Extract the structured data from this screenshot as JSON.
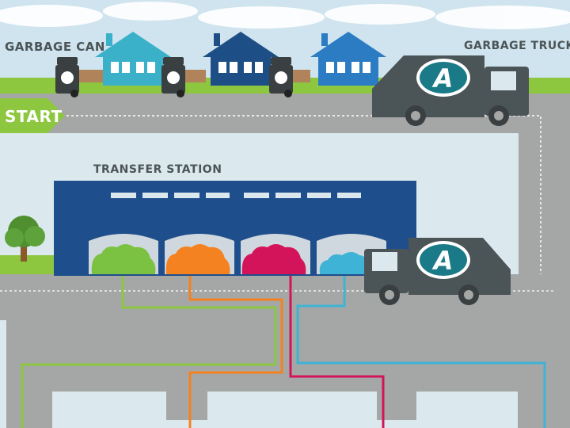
{
  "labels": {
    "garbage_can": "GARBAGE CAN",
    "garbage_truck": "GARBAGE TRUCK",
    "start": "START",
    "transfer_station": "TRANSFER STATION"
  },
  "logo_letter": "A",
  "colors": {
    "road": "#a4a7a5",
    "grass": "#8dc63f",
    "sky": "#cfe4ee",
    "building": "#1f4e8c",
    "truck": "#4b5457",
    "house_light": "#3ab0c9",
    "house_dark": "#1d4f86",
    "house_mid": "#2c7cc4",
    "pile_green": "#7cc242",
    "pile_orange": "#f58220",
    "pile_pink": "#d4145a",
    "pile_cyan": "#3fb3d6"
  }
}
